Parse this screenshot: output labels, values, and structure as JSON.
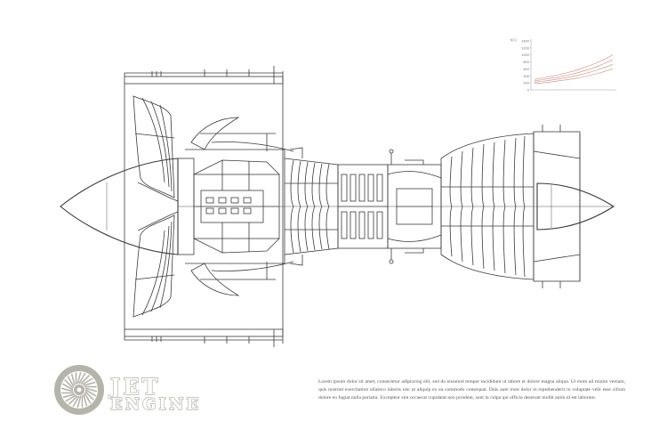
{
  "title": {
    "line1": "JET",
    "line2": "ENGINE"
  },
  "description": "Lorem ipsum dolor sit amet, consectetur adipiscing elit, sed do eiusmod tempor incididunt ut labore et dolore magna aliqua. Ut enim ad minim veniam, quis nostrud exercitation ullamco laboris nisi ut aliquip ex ea commodo consequat. Duis aute irure dolor in reprehenderit in voluptate velit esse cillum dolore eu fugiat nulla pariatur. Excepteur sint occaecat cupidatat non proident, sunt in culpa qui officia deserunt mollit anim id est laborum.",
  "icons": {
    "logo": "turbine-fan-icon"
  },
  "colors": {
    "line": "#3a3a3a",
    "title_outline": "#b4b4aa",
    "chart_curve": "#c98a7c"
  },
  "chart_data": {
    "type": "line",
    "ylabel": "t(C)",
    "yticks": [
      "1400",
      "1200",
      "1000",
      "800",
      "600",
      "400",
      "200",
      "0"
    ],
    "ylim": [
      0,
      1400
    ],
    "x": [
      0,
      1,
      2,
      3,
      4,
      5,
      6,
      7,
      8,
      9,
      10
    ],
    "series": [
      {
        "values": [
          300,
          340,
          380,
          430,
          480,
          540,
          610,
          690,
          780,
          880,
          1000
        ]
      },
      {
        "values": [
          260,
          290,
          325,
          365,
          410,
          460,
          520,
          590,
          670,
          760,
          860
        ]
      },
      {
        "values": [
          220,
          245,
          275,
          310,
          345,
          390,
          440,
          500,
          570,
          645,
          730
        ]
      },
      {
        "values": [
          180,
          200,
          225,
          255,
          285,
          320,
          360,
          410,
          465,
          530,
          600
        ]
      }
    ],
    "grid": false
  }
}
